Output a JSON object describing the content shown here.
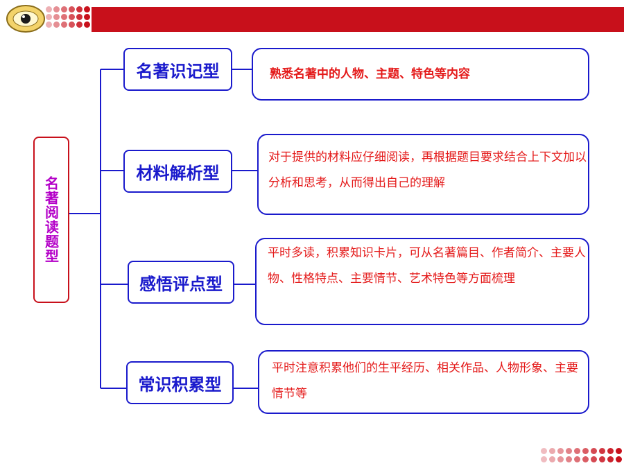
{
  "root": {
    "label": "名著阅读题型"
  },
  "categories": [
    {
      "label": "名著识记型",
      "desc": "熟悉名著中的人物、主题、特色等内容"
    },
    {
      "label": "材料解析型",
      "desc": "对于提供的材料应仔细阅读，再根据题目要求结合上下文加以分析和思考，从而得出自己的理解"
    },
    {
      "label": "感悟评点型",
      "desc": "平时多读，积累知识卡片，可从名著篇目、作者简介、主要人物、性格特点、主要情节、艺术特色等方面梳理"
    },
    {
      "label": "常识积累型",
      "desc": "平时注意积累他们的生平经历、相关作品、人物形象、主要情节等"
    }
  ],
  "colors": {
    "header_red": "#c8101b",
    "box_border": "#1a1acc",
    "category_text": "#1a1acc",
    "desc_text": "#e41a1a",
    "root_border": "#c8101b",
    "root_text": "#b400c8"
  }
}
